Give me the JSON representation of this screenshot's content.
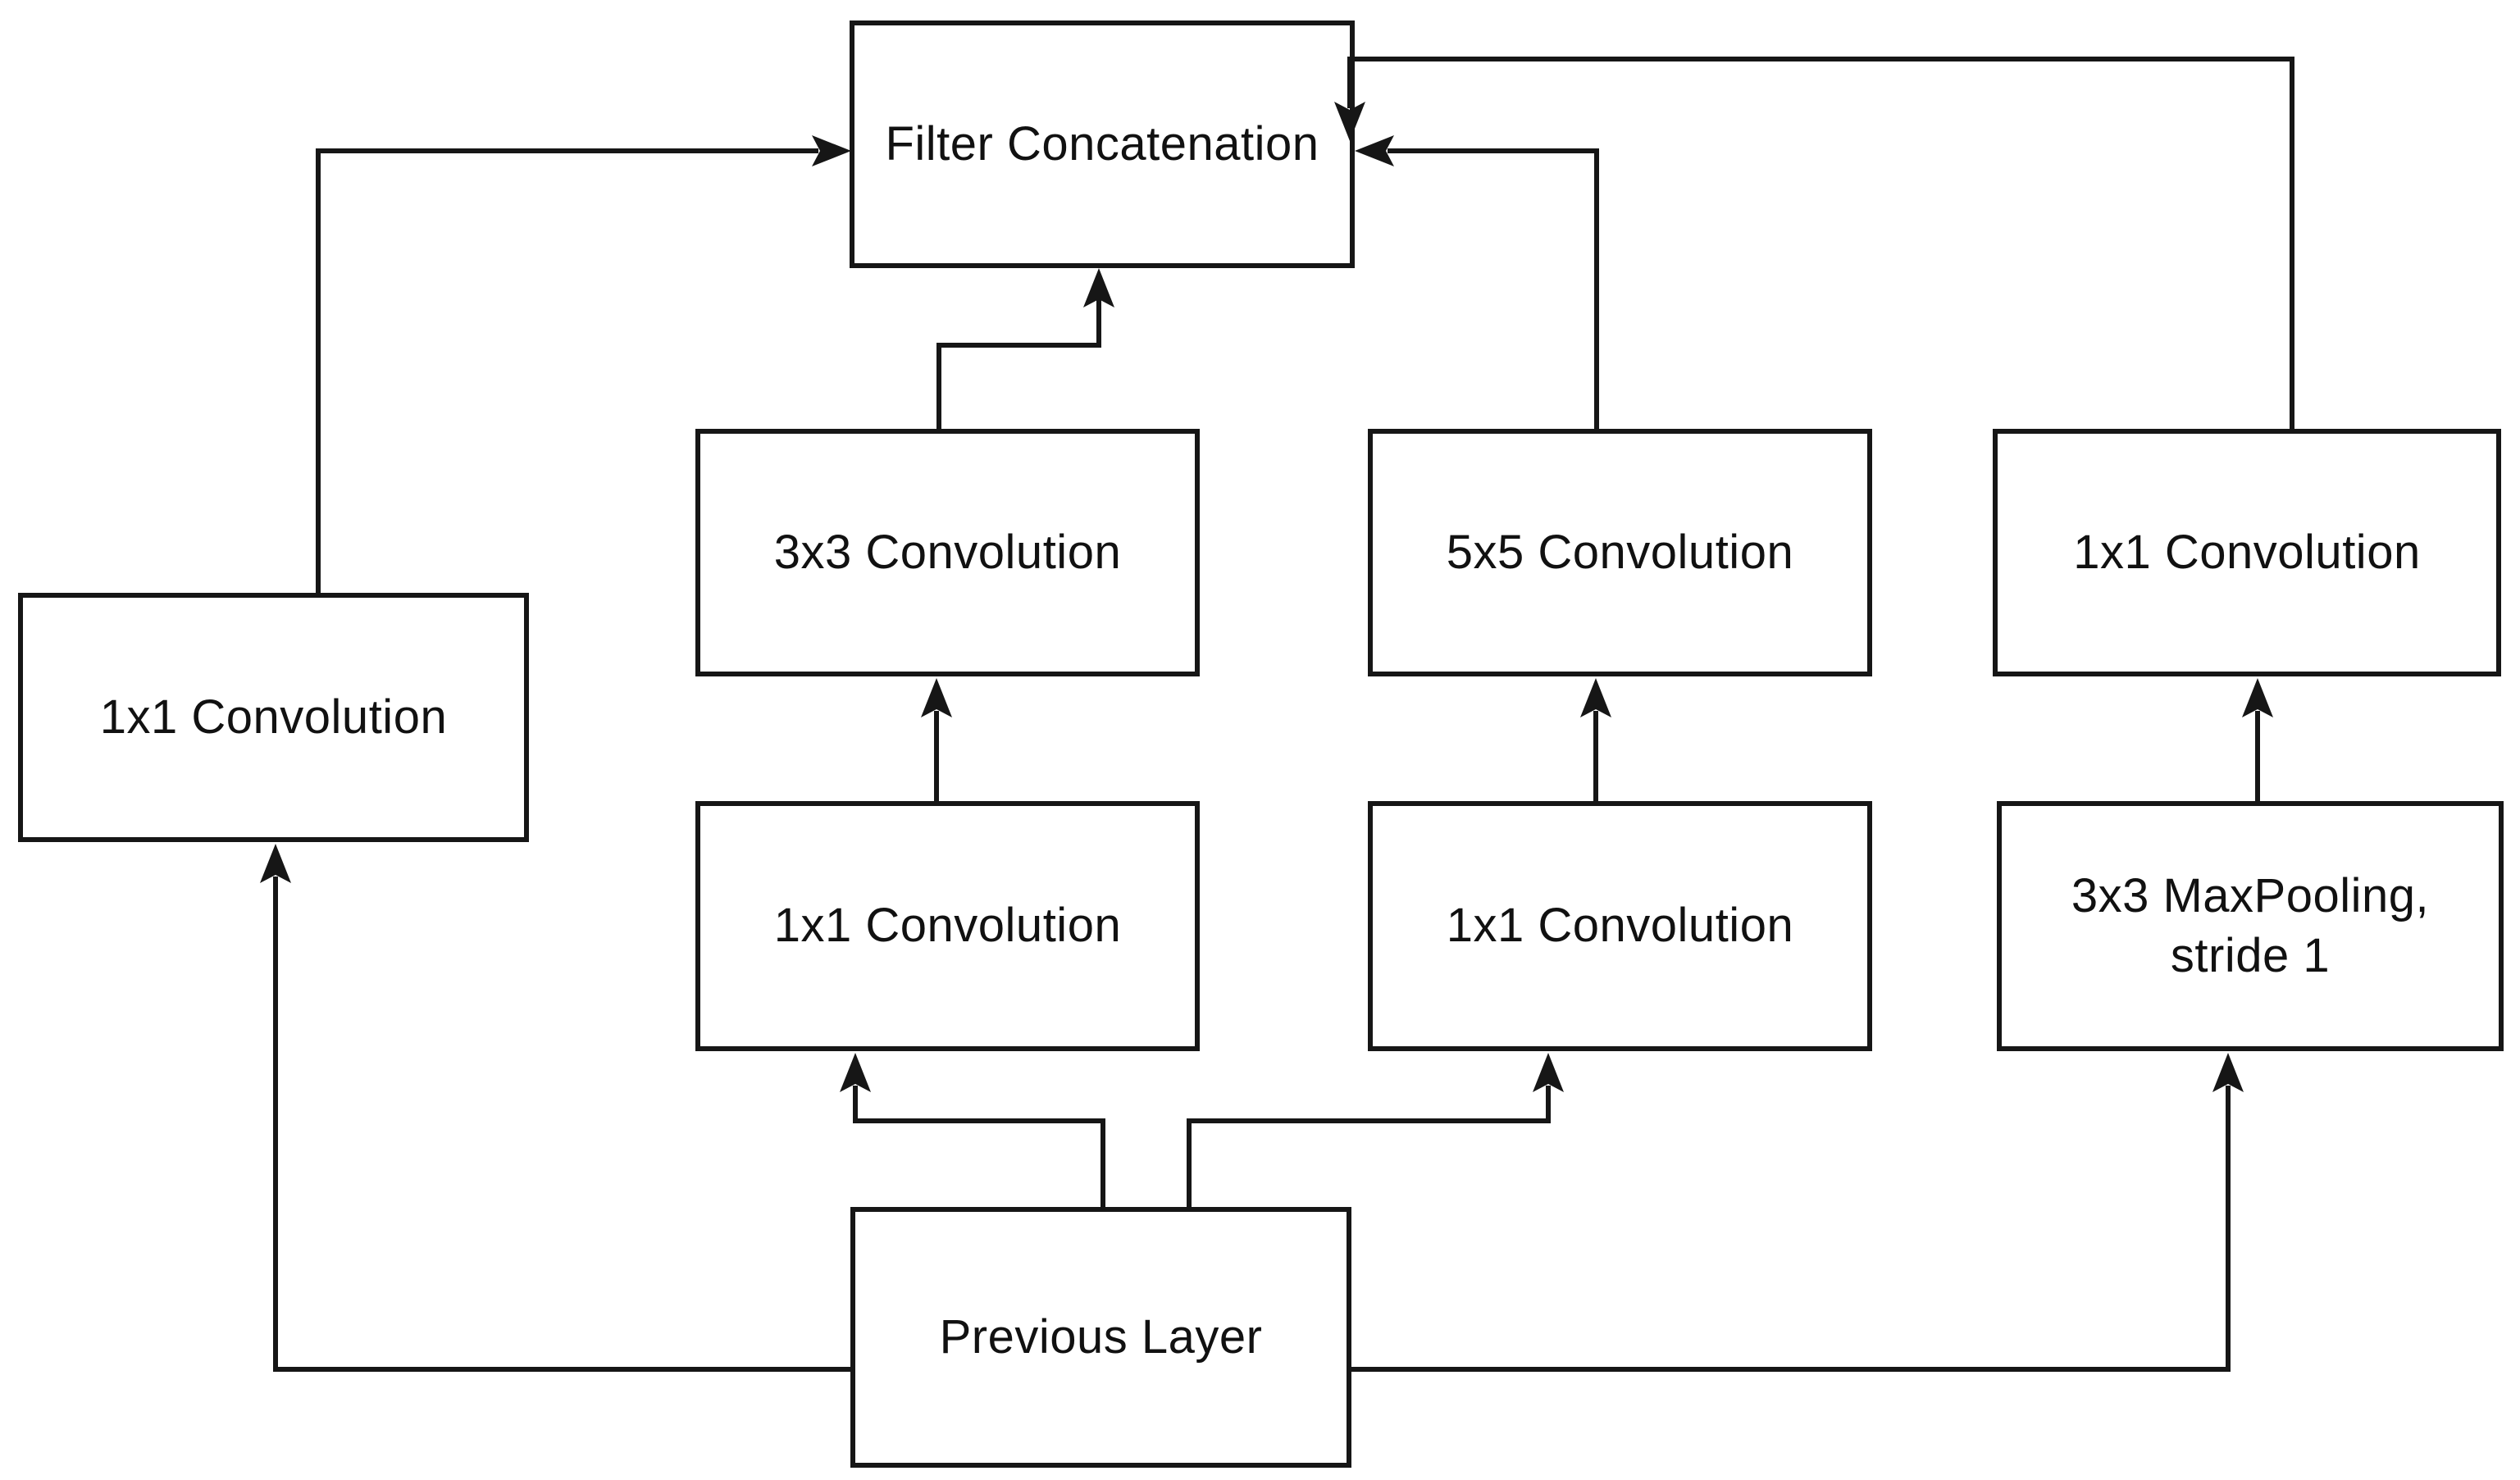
{
  "diagram": {
    "type": "neural-network-block-diagram",
    "background_color": "#ffffff",
    "line_color": "#161616",
    "text_color": "#111111",
    "box_fill": "#ffffff"
  },
  "nodes": {
    "filter_concat": {
      "label": "Filter Concatenation"
    },
    "conv3x3": {
      "label": "3x3 Convolution"
    },
    "conv5x5": {
      "label": "5x5 Convolution"
    },
    "conv1x1_right": {
      "label": "1x1 Convolution"
    },
    "conv1x1_left": {
      "label": "1x1 Convolution"
    },
    "conv1x1_mid_left": {
      "label": "1x1 Convolution"
    },
    "conv1x1_mid_right": {
      "label": "1x1 Convolution"
    },
    "maxpool": {
      "label": "3x3 MaxPooling,\nstride 1"
    },
    "previous_layer": {
      "label": "Previous Layer"
    }
  },
  "edges": [
    {
      "from": "previous_layer",
      "to": "conv1x1_left"
    },
    {
      "from": "previous_layer",
      "to": "conv1x1_mid_left"
    },
    {
      "from": "previous_layer",
      "to": "conv1x1_mid_right"
    },
    {
      "from": "previous_layer",
      "to": "maxpool"
    },
    {
      "from": "conv1x1_mid_left",
      "to": "conv3x3"
    },
    {
      "from": "conv1x1_mid_right",
      "to": "conv5x5"
    },
    {
      "from": "maxpool",
      "to": "conv1x1_right"
    },
    {
      "from": "conv1x1_left",
      "to": "filter_concat"
    },
    {
      "from": "conv3x3",
      "to": "filter_concat"
    },
    {
      "from": "conv5x5",
      "to": "filter_concat"
    },
    {
      "from": "conv1x1_right",
      "to": "filter_concat"
    }
  ]
}
